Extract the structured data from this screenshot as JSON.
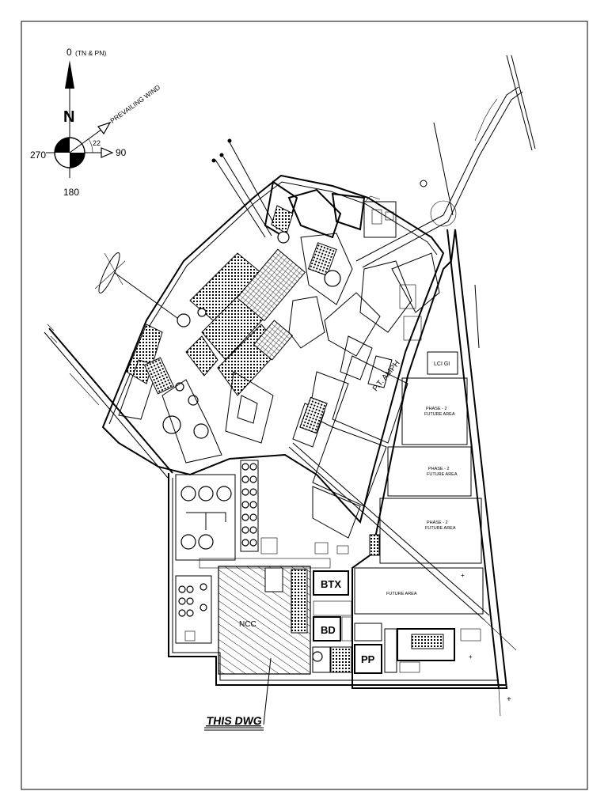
{
  "compass": {
    "north_label": "N",
    "north_deg_label": "0",
    "north_ref_label": "(TN & PN)",
    "east_deg_label": "90",
    "west_deg_label": "270",
    "south_deg_label": "180",
    "wind_label": "PREVAILING WIND",
    "wind_angle_label": "22"
  },
  "areas": {
    "lci_label": "LCI GI",
    "phase2_a_label_1": "PHASE - 2",
    "phase2_a_label_2": "FUTURE AREA",
    "phase2_b_label_1": "PHASE - 2",
    "phase2_b_label_2": "FUTURE AREA",
    "phase2_c_label_1": "PHASE - 2",
    "phase2_c_label_2": "FUTURE AREA",
    "future_area_label": "FUTURE AREA",
    "pt_amph_label": "P.T. AMPH",
    "ncc_label": "NCC",
    "btx_label": "BTX",
    "bd_label": "BD",
    "pp_label": "PP"
  },
  "drawing_ref": {
    "this_dwg_label": "THIS DWG"
  },
  "colors": {
    "ink": "#000000",
    "paper": "#ffffff"
  }
}
